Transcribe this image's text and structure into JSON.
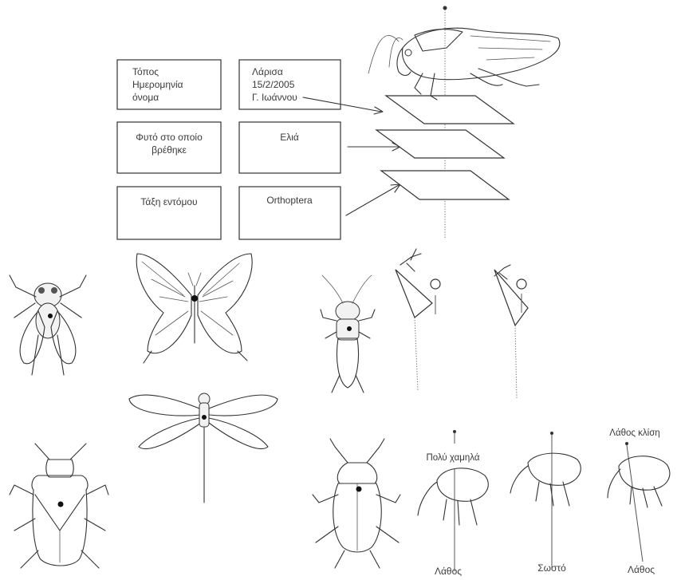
{
  "label_boxes": {
    "left": [
      [
        "Τόπος",
        "Ημερομηνία",
        "όνομα"
      ],
      [
        "Φυτό στο οποίο",
        "βρέθηκε"
      ],
      [
        "Τάξη εντόμου"
      ]
    ],
    "right": [
      [
        "Λάρισα",
        "15/2/2005",
        "Γ. Ιωάννου"
      ],
      [
        "Ελιά"
      ],
      [
        "Orthoptera"
      ]
    ]
  },
  "pin_height_examples": {
    "too_low_caption": "Πολύ χαμηλά",
    "too_low_verdict": "Λάθος",
    "correct_verdict": "Σωστό",
    "wrong_tilt_caption": "Λάθος κλίση",
    "wrong_tilt_verdict": "Λάθος"
  },
  "icons": [
    "grasshopper-icon",
    "fly-icon",
    "butterfly-icon",
    "cricket-icon",
    "dragonfly-icon",
    "bug-icon",
    "beetle-icon",
    "weevil-icon",
    "mounted-small-insect-icon"
  ],
  "colors": {
    "ink": "#333333",
    "background": "#ffffff"
  }
}
